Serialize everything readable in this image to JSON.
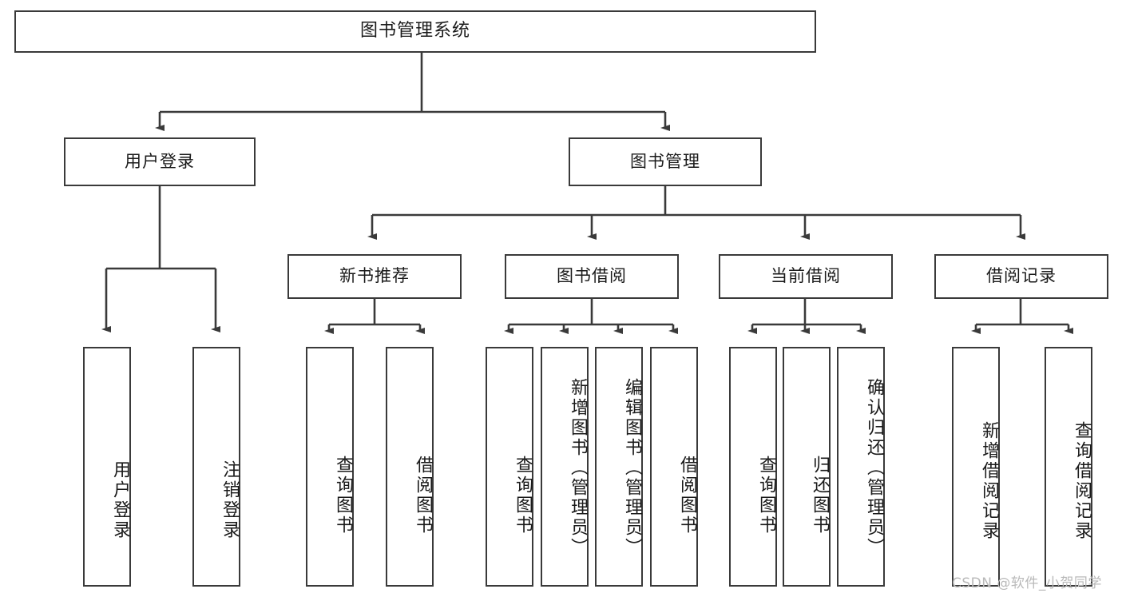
{
  "diagram": {
    "title": "图书管理系统",
    "type": "tree-hierarchy-diagram",
    "root": {
      "label": "图书管理系统"
    },
    "level2": [
      {
        "id": "user-login",
        "label": "用户登录"
      },
      {
        "id": "book-management",
        "label": "图书管理"
      }
    ],
    "level3": [
      {
        "id": "new-book-recommend",
        "label": "新书推荐"
      },
      {
        "id": "book-borrow",
        "label": "图书借阅"
      },
      {
        "id": "current-borrow",
        "label": "当前借阅"
      },
      {
        "id": "borrow-record",
        "label": "借阅记录"
      }
    ],
    "leaves": {
      "user_login": [
        {
          "id": "leaf-user-login",
          "label": "用户登录"
        },
        {
          "id": "leaf-logout",
          "label": "注销登录"
        }
      ],
      "new_book_recommend": [
        {
          "id": "leaf-query-book-1",
          "label": "查询图书"
        },
        {
          "id": "leaf-borrow-book-1",
          "label": "借阅图书"
        }
      ],
      "book_borrow": [
        {
          "id": "leaf-query-book-2",
          "label": "查询图书"
        },
        {
          "id": "leaf-add-book",
          "label": "新增图书（管理员）"
        },
        {
          "id": "leaf-edit-book",
          "label": "编辑图书（管理员）"
        },
        {
          "id": "leaf-borrow-book-2",
          "label": "借阅图书"
        }
      ],
      "current_borrow": [
        {
          "id": "leaf-query-book-3",
          "label": "查询图书"
        },
        {
          "id": "leaf-return-book",
          "label": "归还图书"
        },
        {
          "id": "leaf-confirm-return",
          "label": "确认归还（管理员）"
        }
      ],
      "borrow_record": [
        {
          "id": "leaf-add-record",
          "label": "新增借阅记录"
        },
        {
          "id": "leaf-query-record",
          "label": "查询借阅记录"
        }
      ]
    }
  },
  "watermark": {
    "text": "CSDN @软件_小贺同学"
  },
  "colors": {
    "border": "#3a3a3a",
    "background": "#ffffff",
    "text": "#1a1a1a",
    "watermark": "#b9b9b9"
  }
}
